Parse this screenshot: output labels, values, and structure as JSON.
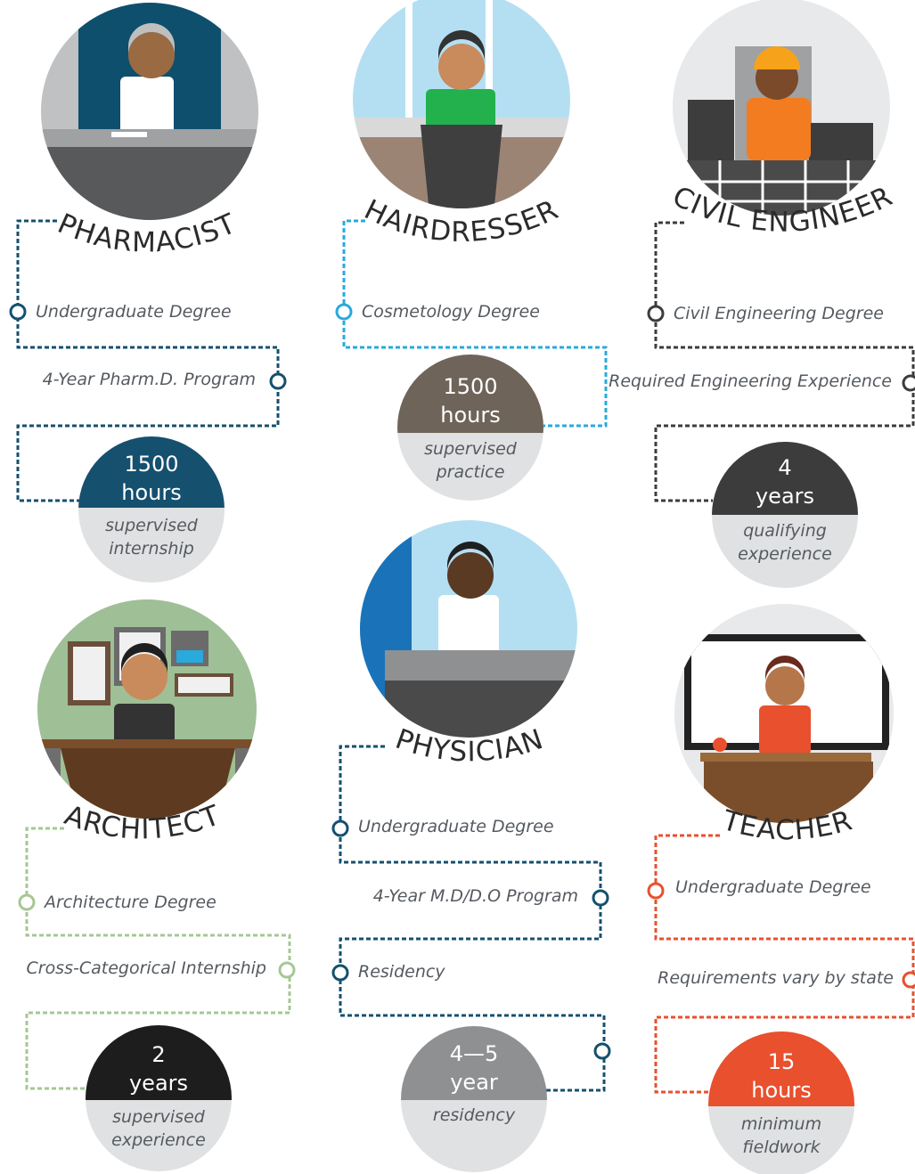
{
  "careers": [
    {
      "title": "PHARMACIST",
      "steps": [
        "Undergraduate Degree",
        "4-Year Pharm.D. Program"
      ],
      "badge": {
        "value": "1500",
        "unit": "hours",
        "desc1": "supervised",
        "desc2": "internship"
      },
      "color": "#15506f"
    },
    {
      "title": "HAIRDRESSER",
      "steps": [
        "Cosmetology Degree"
      ],
      "badge": {
        "value": "1500",
        "unit": "hours",
        "desc1": "supervised",
        "desc2": "practice"
      },
      "color": "#29a9dc"
    },
    {
      "title": "CIVIL ENGINEER",
      "steps": [
        "Civil Engineering Degree",
        "Required Engineering Experience"
      ],
      "badge": {
        "value": "4",
        "unit": "years",
        "desc1": "qualifying",
        "desc2": "experience"
      },
      "color": "#3c3c3c"
    },
    {
      "title": "ARCHITECT",
      "steps": [
        "Architecture Degree",
        "Cross-Categorical Internship"
      ],
      "badge": {
        "value": "2",
        "unit": "years",
        "desc1": "supervised",
        "desc2": "experience"
      },
      "color": "#a6c794"
    },
    {
      "title": "PHYSICIAN",
      "steps": [
        "Undergraduate Degree",
        "4-Year M.D/D.O Program",
        "Residency"
      ],
      "badge": {
        "value": "4—5",
        "unit": "year",
        "desc1": "residency",
        "desc2": ""
      },
      "color": "#15506f"
    },
    {
      "title": "TEACHER",
      "steps": [
        "Undergraduate Degree",
        "Requirements vary by state"
      ],
      "badge": {
        "value": "15",
        "unit": "hours",
        "desc1": "minimum",
        "desc2": "fieldwork"
      },
      "color": "#e8502e"
    }
  ],
  "icons": [
    "pharmacist-illustration-icon",
    "hairdresser-illustration-icon",
    "engineer-illustration-icon",
    "architect-illustration-icon",
    "physician-illustration-icon",
    "teacher-illustration-icon"
  ]
}
